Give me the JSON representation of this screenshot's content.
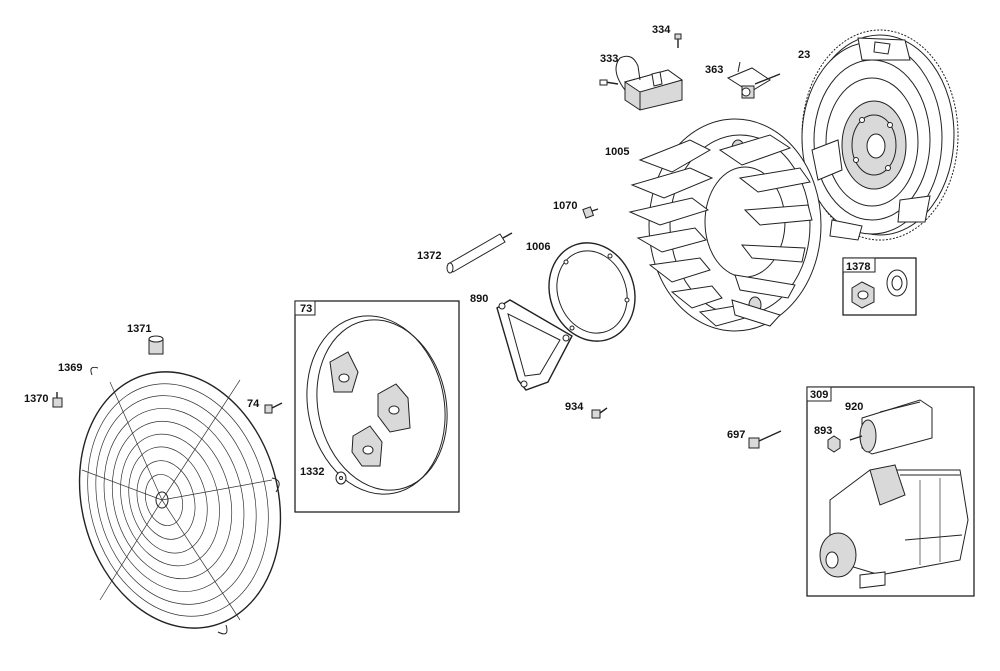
{
  "labels": {
    "p334": "334",
    "p333": "333",
    "p363": "363",
    "p23": "23",
    "p1005": "1005",
    "p1070": "1070",
    "p1006": "1006",
    "p1372": "1372",
    "p890": "890",
    "p73": "73",
    "p1378": "1378",
    "p1371": "1371",
    "p1369": "1369",
    "p1370": "1370",
    "p74": "74",
    "p934": "934",
    "p697": "697",
    "p309": "309",
    "p920": "920",
    "p893": "893",
    "p1332": "1332"
  }
}
